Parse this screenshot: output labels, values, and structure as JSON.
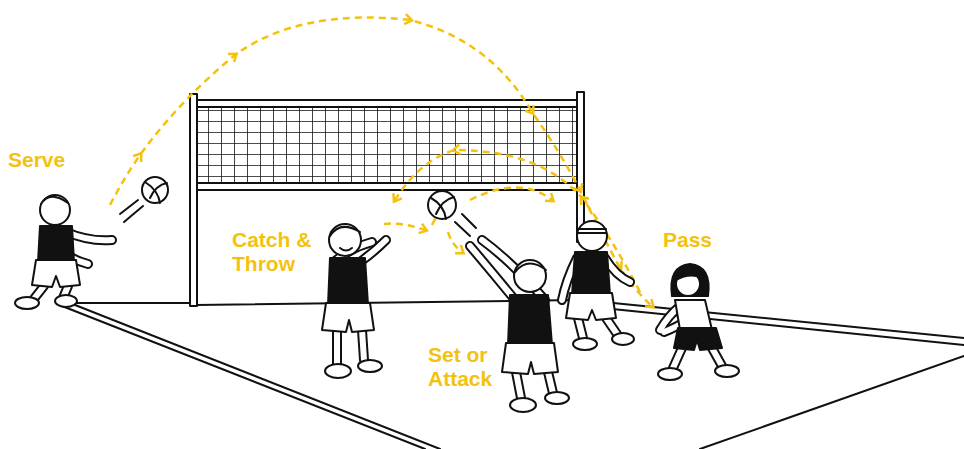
{
  "diagram": {
    "labels": [
      "Serve",
      "Catch & Throw",
      "Set or Attack",
      "Pass"
    ]
  }
}
